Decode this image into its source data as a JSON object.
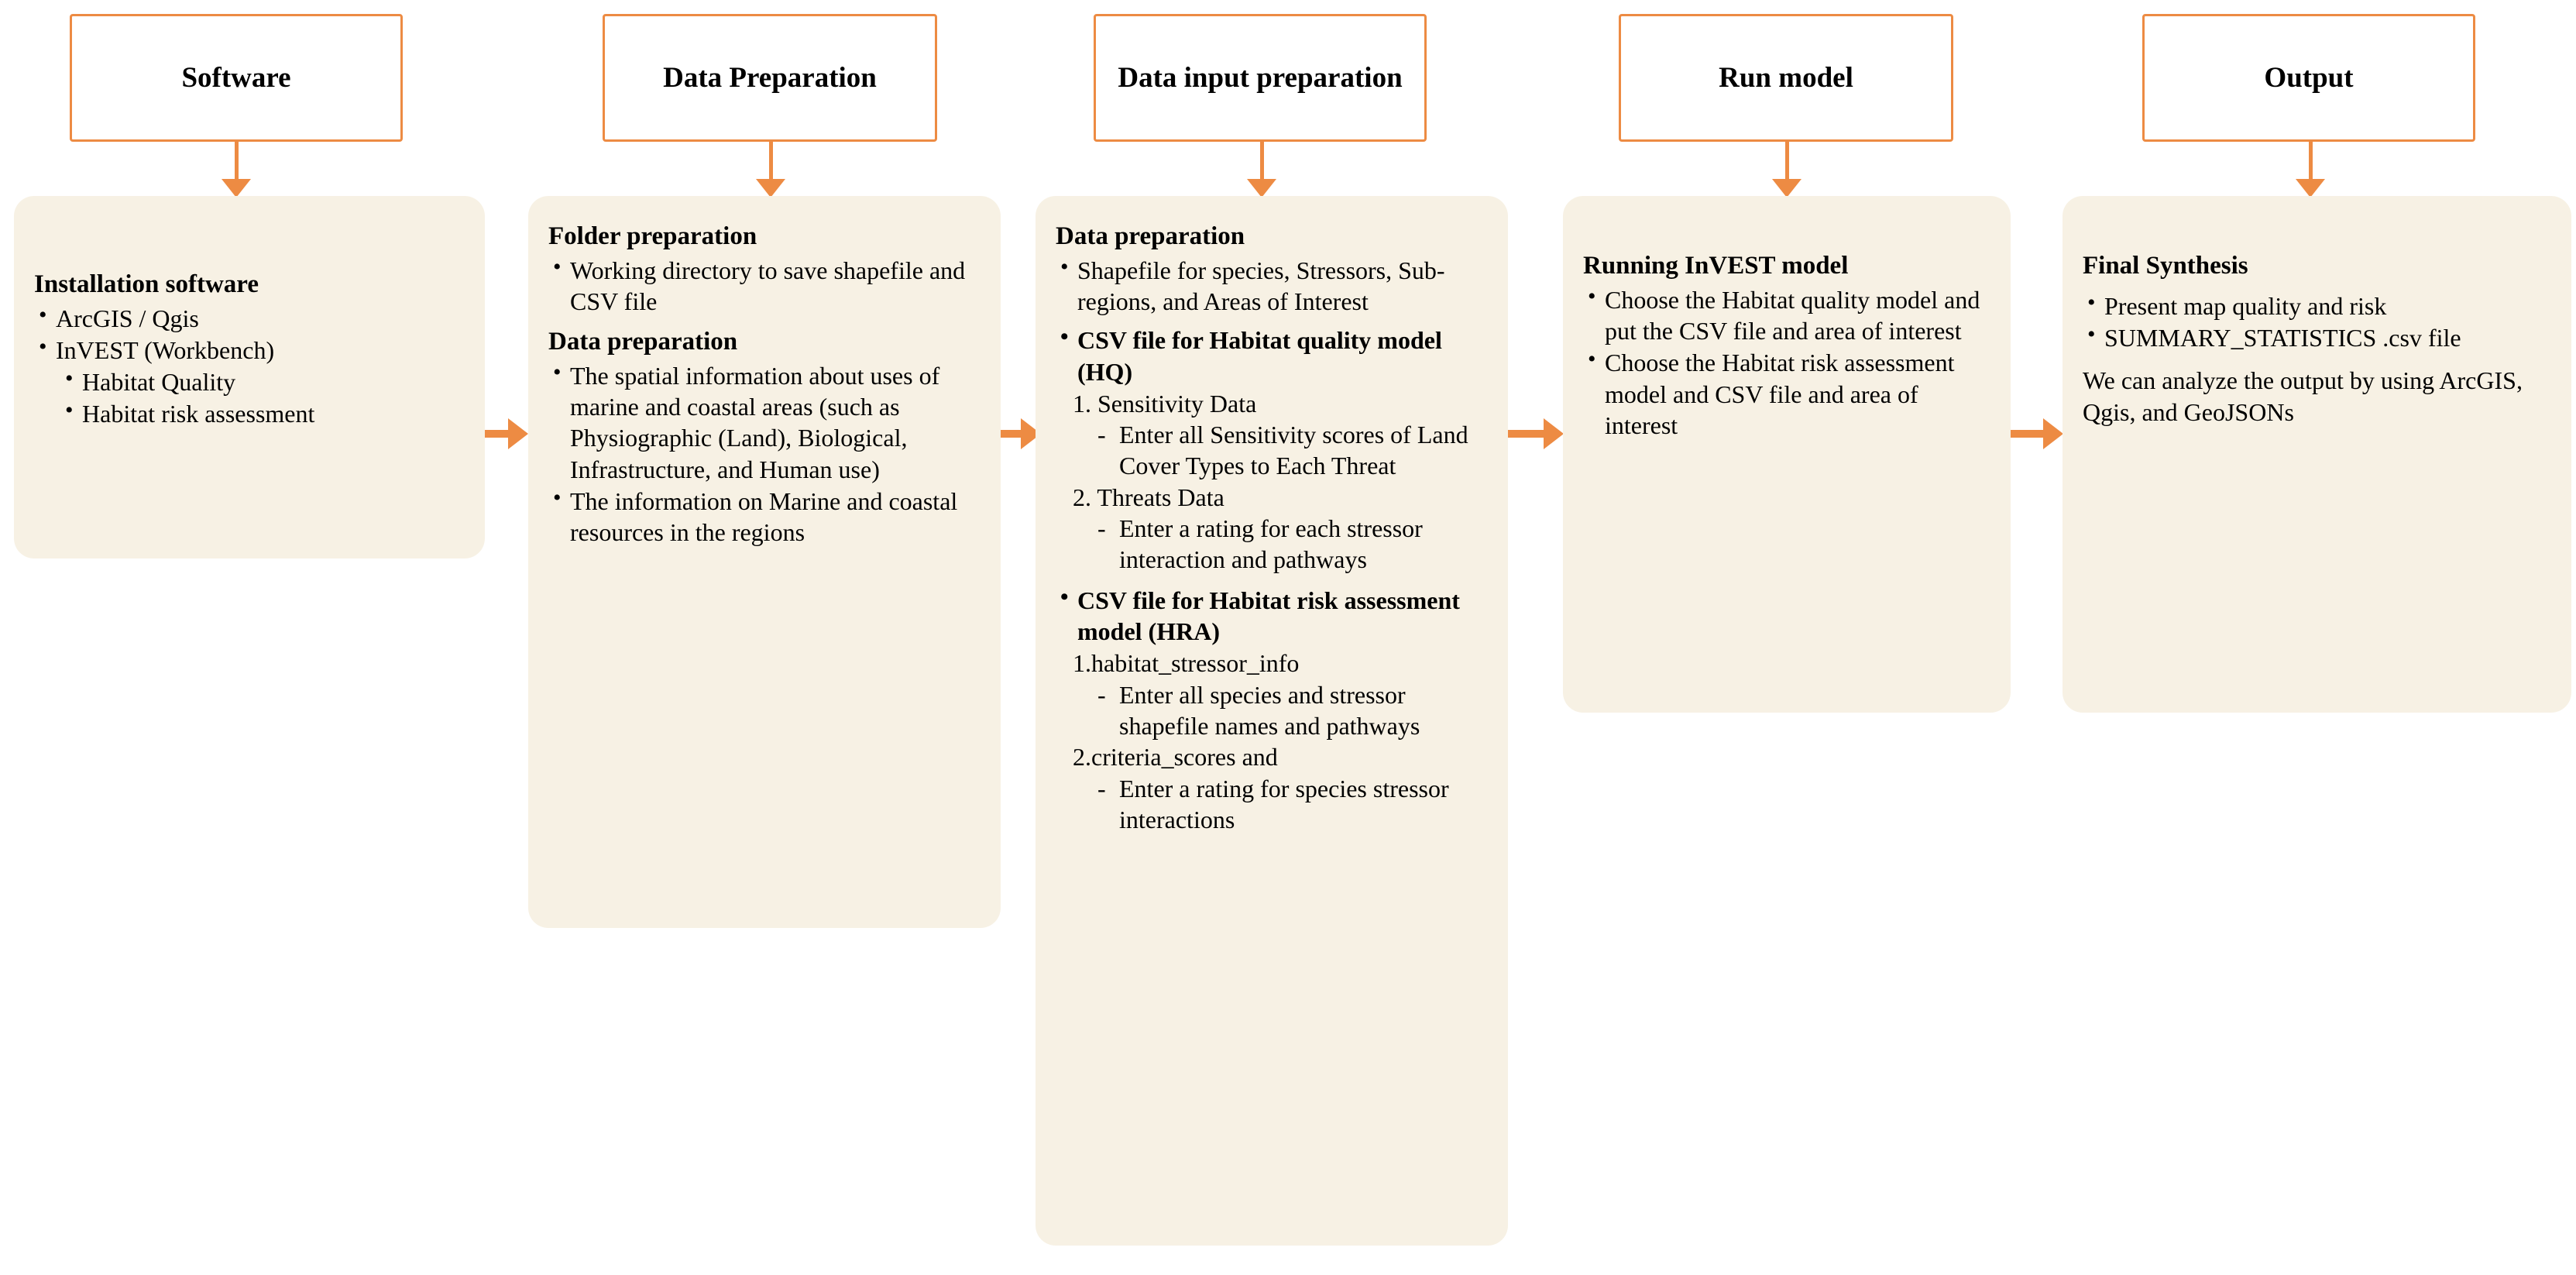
{
  "theme": {
    "accent": "#ED8B43",
    "panel_fill": "#F7F1E4",
    "header_fill": "#FFFFFF",
    "text": "#000000"
  },
  "columns": [
    {
      "id": "software",
      "header": "Software",
      "panel": {
        "heading": "Installation software",
        "bullets": [
          "ArcGIS / Qgis",
          "InVEST (Workbench)"
        ],
        "sub_bullets": [
          "Habitat Quality",
          "Habitat risk assessment"
        ]
      }
    },
    {
      "id": "data-preparation",
      "header": "Data Preparation",
      "panel": {
        "heading_1": "Folder preparation",
        "bullets_1": [
          "Working directory to save shapefile and CSV file"
        ],
        "heading_2": "Data preparation",
        "bullets_2": [
          "The spatial information about uses of marine and coastal areas (such as Physiographic (Land), Biological, Infrastructure, and Human use)",
          "The information on Marine and coastal resources in the regions"
        ]
      }
    },
    {
      "id": "data-input-preparation",
      "header": "Data input preparation",
      "panel": {
        "heading": "Data preparation",
        "bullet_shapefile": "Shapefile for species, Stressors, Sub-regions, and Areas of Interest",
        "hq": {
          "bullet": "CSV file for Habitat quality model (HQ)",
          "items": [
            {
              "number": "1. Sensitivity Data",
              "dashes": [
                "Enter all Sensitivity scores of Land Cover Types to Each Threat"
              ]
            },
            {
              "number": "2. Threats Data",
              "dashes": [
                "Enter a rating for each stressor interaction and pathways"
              ]
            }
          ]
        },
        "hra": {
          "bullet": "CSV file for Habitat risk assessment model (HRA)",
          "items": [
            {
              "number": "1.habitat_stressor_info",
              "dashes": [
                "Enter all species  and stressor shapefile names and pathways"
              ]
            },
            {
              "number": "2.criteria_scores and",
              "dashes": [
                "Enter a rating for species stressor interactions"
              ]
            }
          ]
        }
      }
    },
    {
      "id": "run-model",
      "header": "Run model",
      "panel": {
        "heading": "Running InVEST model",
        "bullets": [
          "Choose the Habitat quality model and put the CSV file and area of interest",
          "Choose the Habitat risk assessment model and CSV file and area of interest"
        ]
      }
    },
    {
      "id": "output",
      "header": "Output",
      "panel": {
        "heading": "Final Synthesis",
        "bullets": [
          "Present map quality and risk",
          "SUMMARY_STATISTICS .csv file"
        ],
        "closing": "We can analyze the output by using  ArcGIS, Qgis, and GeoJSONs"
      }
    }
  ]
}
